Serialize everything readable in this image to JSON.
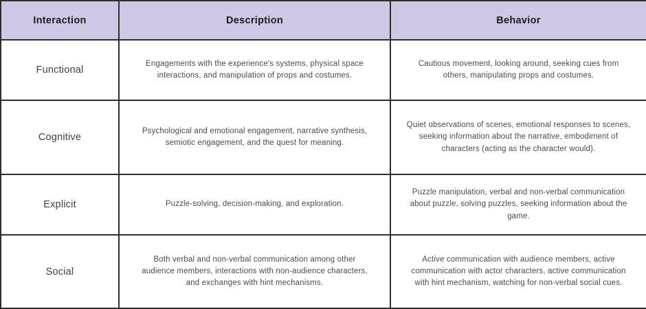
{
  "colors": {
    "header_bg": "#cfc7e3",
    "border": "#2e2e2e",
    "header_text": "#1c1c1e",
    "body_text": "#4a4a4a",
    "label_text": "#414141",
    "cell_bg": "#ffffff"
  },
  "table": {
    "columns": [
      {
        "label": "Interaction"
      },
      {
        "label": "Description"
      },
      {
        "label": "Behavior"
      }
    ],
    "rows": [
      {
        "interaction": "Functional",
        "description": "Engagements with the experience's systems, physical space interactions, and manipulation of props and costumes.",
        "behavior": "Cautious movement, looking around, seeking cues from others, manipulating props and costumes."
      },
      {
        "interaction": "Cognitive",
        "description": "Psychological and emotional engagement, narrative synthesis, semiotic engagement, and the quest for meaning.",
        "behavior": "Quiet observations of scenes, emotional responses to scenes, seeking information about the narrative, embodiment of characters (acting as the character would)."
      },
      {
        "interaction": "Explicit",
        "description": "Puzzle-solving, decision-making, and exploration.",
        "behavior": "Puzzle manipulation, verbal and non-verbal communication about puzzle, solving puzzles, seeking information about the game."
      },
      {
        "interaction": "Social",
        "description": "Both verbal and non-verbal communication among other audience members, interactions with non-audience characters, and exchanges with hint mechanisms.",
        "behavior": "Active communication with audience members, active communication with actor characters, active communication with hint mechanism, watching for non-verbal social cues."
      }
    ]
  }
}
